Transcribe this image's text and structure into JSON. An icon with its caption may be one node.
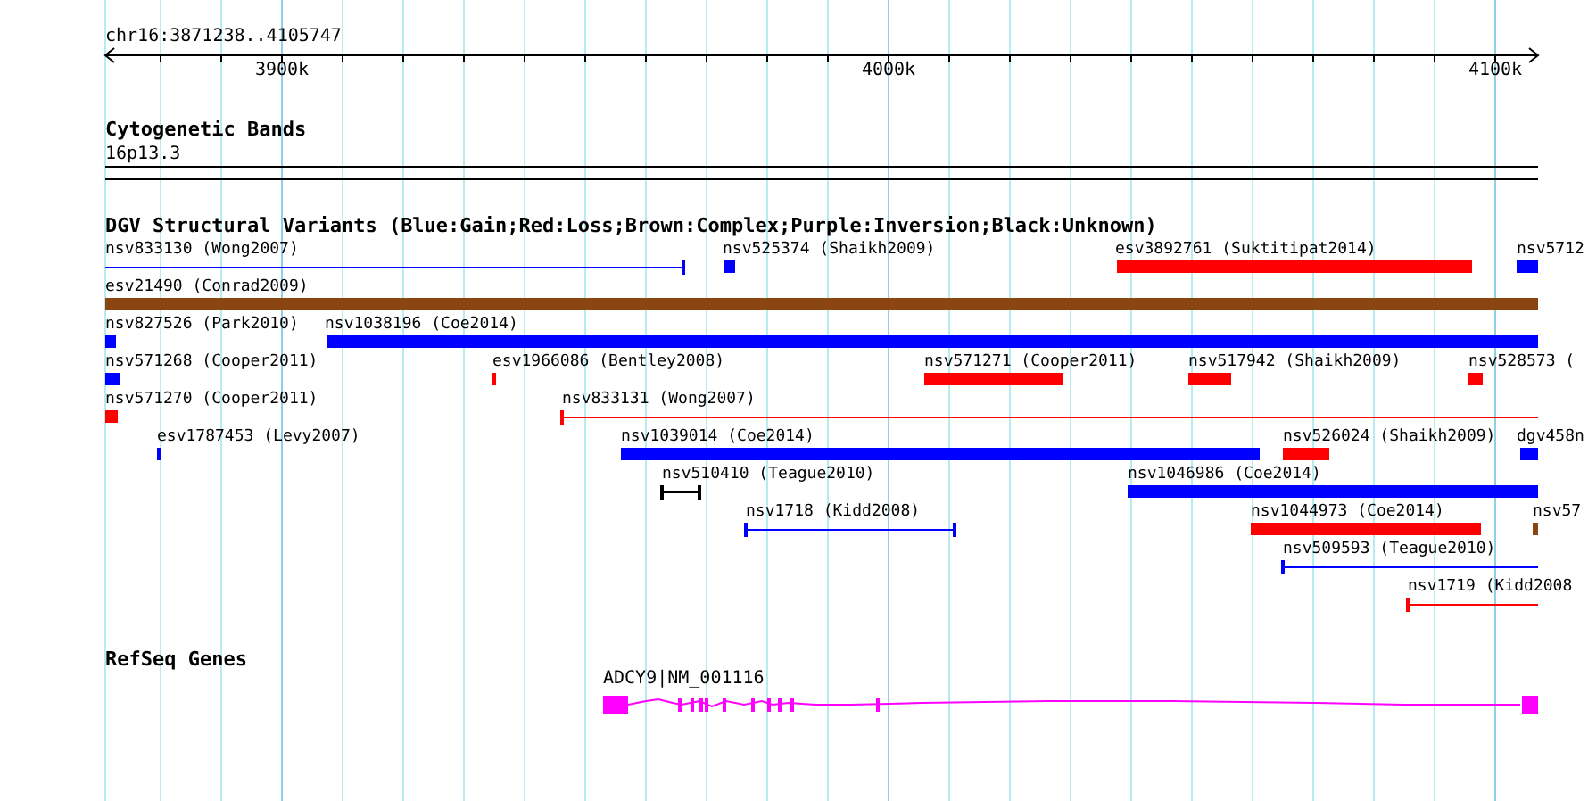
{
  "diagram": {
    "nodes": [
      {
        "text": [
          "Cytogenetic Bands"
        ]
      },
      {
        "text": [
          "16p13.3"
        ],
        "in": 0
      },
      {
        "text": [
          "DGV Structural Variants (Blue:Gain;Red:Loss;Brown:Complex;Purple:Inversion;Black:Unknown)"
        ]
      },
      {
        "text": [
          "nsv833130 (Wong2007)"
        ],
        "in": 2
      },
      {
        "text": [
          "nsv525374 (Shaikh2009)"
        ],
        "in": 2
      },
      {
        "text": [
          "esv3892761 (Suktitipat2014)"
        ],
        "in": 2
      },
      {
        "text": [
          "nsv5712"
        ],
        "in": 2
      },
      {
        "text": [
          "esv21490 (Conrad2009)"
        ],
        "in": 2
      },
      {
        "text": [
          "nsv827526 (Park2010)"
        ],
        "in": 2
      },
      {
        "text": [
          "nsv1038196 (Coe2014)"
        ],
        "in": 2
      },
      {
        "text": [
          "nsv571268 (Cooper2011)"
        ],
        "in": 2
      },
      {
        "text": [
          "esv1966086 (Bentley2008)"
        ],
        "in": 2
      },
      {
        "text": [
          "nsv571271 (Cooper2011)"
        ],
        "in": 2
      },
      {
        "text": [
          "nsv517942 (Shaikh2009)"
        ],
        "in": 2
      },
      {
        "text": [
          "nsv528573 ("
        ],
        "in": 2
      },
      {
        "text": [
          "nsv571270 (Cooper2011)"
        ],
        "in": 2
      },
      {
        "text": [
          "nsv833131 (Wong2007)"
        ],
        "in": 2
      },
      {
        "text": [
          "esv1787453 (Levy2007)"
        ],
        "in": 2
      },
      {
        "text": [
          "nsv1039014 (Coe2014)"
        ],
        "in": 2
      },
      {
        "text": [
          "nsv526024 (Shaikh2009)"
        ],
        "in": 2
      },
      {
        "text": [
          "dgv458n"
        ],
        "in": 2
      },
      {
        "text": [
          "nsv510410 (Teague2010)"
        ],
        "in": 2
      },
      {
        "text": [
          "nsv1046986 (Coe2014)"
        ],
        "in": 2
      },
      {
        "text": [
          "nsv1718 (Kidd2008)"
        ],
        "in": 2
      },
      {
        "text": [
          "nsv1044973 (Coe2014)"
        ],
        "in": 2
      },
      {
        "text": [
          "nsv57"
        ],
        "in": 2
      },
      {
        "text": [
          "nsv509593 (Teague2010)"
        ],
        "in": 2
      },
      {
        "text": [
          "nsv1719 (Kidd2008"
        ],
        "in": 2
      },
      {
        "text": [
          "RefSeq Genes"
        ]
      },
      {
        "text": [
          "ADCY9|NM_001116"
        ],
        "in": 28
      }
    ],
    "labels": [
      "chr16:3871238..4105747",
      "3900k",
      "4000k",
      "4100k"
    ]
  }
}
